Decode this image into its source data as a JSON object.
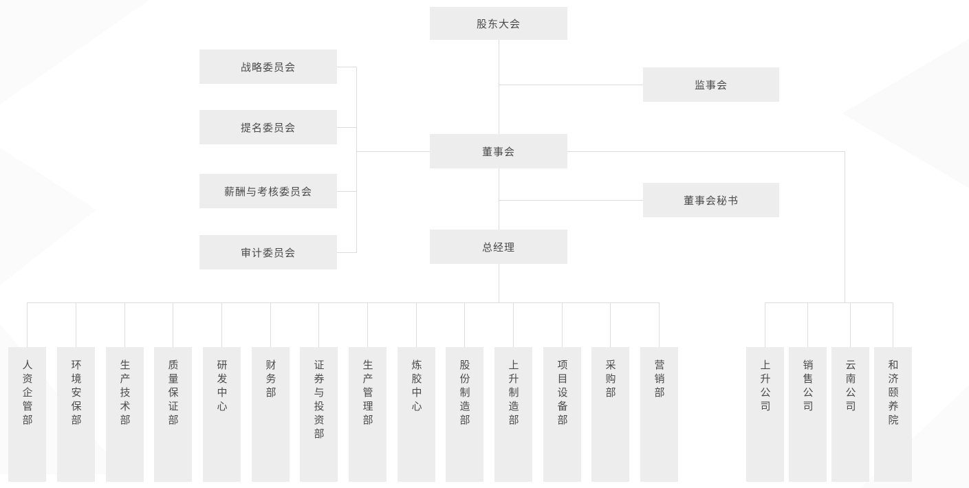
{
  "colors": {
    "page_background": "#ffffff",
    "box_background": "#ededed",
    "box_text": "#4a4a4a",
    "connector_line": "#dcdcdc"
  },
  "org": {
    "nodes": [
      {
        "id": "shareholders-meeting",
        "label": "股东大会"
      },
      {
        "id": "strategy-committee",
        "label": "战略委员会"
      },
      {
        "id": "nomination-committee",
        "label": "提名委员会"
      },
      {
        "id": "remuneration-assessment-committee",
        "label": "薪酬与考核委员会"
      },
      {
        "id": "audit-committee",
        "label": "审计委员会"
      },
      {
        "id": "supervisory-board",
        "label": "监事会"
      },
      {
        "id": "board-of-directors",
        "label": "董事会"
      },
      {
        "id": "board-secretary",
        "label": "董事会秘书"
      },
      {
        "id": "general-manager",
        "label": "总经理"
      }
    ],
    "departments": [
      {
        "id": "hr-enterprise-management",
        "label": "人资企管部"
      },
      {
        "id": "environment-security",
        "label": "环境安保部"
      },
      {
        "id": "production-technology",
        "label": "生产技术部"
      },
      {
        "id": "quality-assurance",
        "label": "质量保证部"
      },
      {
        "id": "rd-center",
        "label": "研发中心"
      },
      {
        "id": "finance",
        "label": "财务部"
      },
      {
        "id": "securities-investment",
        "label": "证券与投资部"
      },
      {
        "id": "production-management",
        "label": "生产管理部"
      },
      {
        "id": "rubber-mixing-center",
        "label": "炼胶中心"
      },
      {
        "id": "gufen-manufacturing",
        "label": "股份制造部"
      },
      {
        "id": "shangsheng-manufacturing",
        "label": "上升制造部"
      },
      {
        "id": "project-equipment",
        "label": "项目设备部"
      },
      {
        "id": "procurement",
        "label": "采购部"
      },
      {
        "id": "marketing",
        "label": "营销部"
      }
    ],
    "subsidiaries": [
      {
        "id": "shangsheng-company",
        "label": "上升公司"
      },
      {
        "id": "sales-company",
        "label": "销售公司"
      },
      {
        "id": "yunnan-company",
        "label": "云南公司"
      },
      {
        "id": "heji-nursing-home",
        "label": "和济颐养院"
      }
    ]
  }
}
